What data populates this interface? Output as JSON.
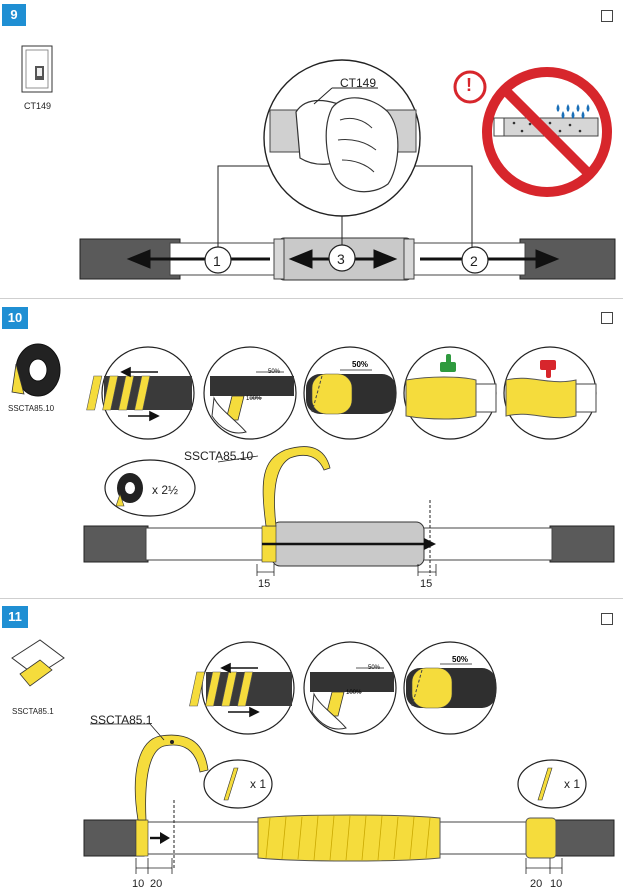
{
  "steps": [
    {
      "number": "9",
      "product_code": "CT149",
      "callout": "CT149",
      "arrow_numbers": [
        "1",
        "3",
        "2"
      ],
      "warning_symbol": "!"
    },
    {
      "number": "10",
      "product_code": "SSCTA85.10",
      "tape_label": "SSCTA85.10",
      "quantity": "x 2½",
      "overlap": "50%",
      "measure_left": "15",
      "measure_right": "15",
      "thumb_up_icon": "thumbs-up-icon",
      "thumb_down_icon": "thumbs-down-icon"
    },
    {
      "number": "11",
      "product_code": "SSCTA85.1",
      "tape_label": "SSCTA85.1",
      "qty_left": "x 1",
      "qty_right": "x 1",
      "overlap": "50%",
      "measure_left_a": "10",
      "measure_left_b": "20",
      "measure_right_a": "20",
      "measure_right_b": "10"
    }
  ],
  "colors": {
    "badge": "#1f8fd3",
    "tape_yellow": "#f5dc3c",
    "cable_dark": "#5a5a5a",
    "prohibit_red": "#d7262c",
    "thumb_green": "#2e9a3e",
    "thumb_red": "#d7262c"
  }
}
